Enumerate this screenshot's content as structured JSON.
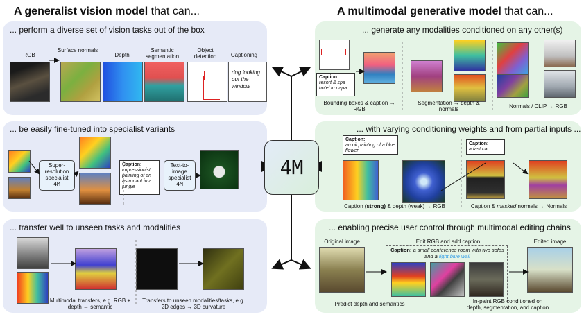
{
  "headers": {
    "left_bold": "A generalist vision model",
    "left_rest": " that can...",
    "right_bold": "A multimodal generative model",
    "right_rest": " that can..."
  },
  "center_label": "4M",
  "left_panels": {
    "p1": {
      "title": "... perform a diverse set of vision tasks out of the box",
      "labels": [
        "RGB",
        "Surface normals",
        "Depth",
        "Semantic segmentation",
        "Object detection",
        "Captioning"
      ],
      "caption_text": "dog looking out the window"
    },
    "p2": {
      "title": "... be easily fine-tuned into specialist variants",
      "specialist1": "Super-resolution specialist",
      "caption_label": "Caption:",
      "caption_text": "impressionist painting of an astronaut in a jungle",
      "specialist2": "Text-to-image specialist",
      "specialist_mark": "4M"
    },
    "p3": {
      "title": "... transfer well to unseen tasks and modalities",
      "cap1": "Multimodal transfers, e.g. RGB + depth → semantic",
      "cap2": "Transfers to unseen modalities/tasks, e.g. 2D edges → 3D curvature"
    }
  },
  "right_panels": {
    "p1": {
      "title": "... generate any modalities conditioned on any other(s)",
      "caption_label": "Caption:",
      "caption_text": "resort & spa hotel in napa",
      "cap1": "Bounding boxes & caption → RGB",
      "cap2": "Segmentation → depth & normals",
      "cap3": "Normals / CLIP → RGB"
    },
    "p2": {
      "title": "... with varying conditioning weights and from partial inputs ...",
      "caption1_label": "Caption:",
      "caption1_text": "an oil painting of a blue flower",
      "caption2_label": "Caption:",
      "caption2_text": "a fast car",
      "cap1_a": "Caption ",
      "cap1_b": "(strong)",
      "cap1_c": " & depth ",
      "cap1_d": "(weak)",
      "cap1_e": " → RGB",
      "cap2_a": "Caption & ",
      "cap2_b": "masked",
      "cap2_c": " normals → Normals"
    },
    "p3": {
      "title": "... enabling precise user control through multimodal editing chains",
      "original": "Original image",
      "edit": "Edit RGB and add caption",
      "edited": "Edited image",
      "caption_label": "Caption:",
      "caption_text": "a small conference room with two sofas and a ",
      "caption_highlight": "light blue wall",
      "predict": "Predict depth and semantics",
      "inpaint": "In-paint RGB conditioned on depth, segmentation, and caption"
    }
  },
  "colors": {
    "blue_panel": "#e6eaf7",
    "green_panel": "#e5f4e6",
    "highlight_blue": "#3aa0e6"
  }
}
